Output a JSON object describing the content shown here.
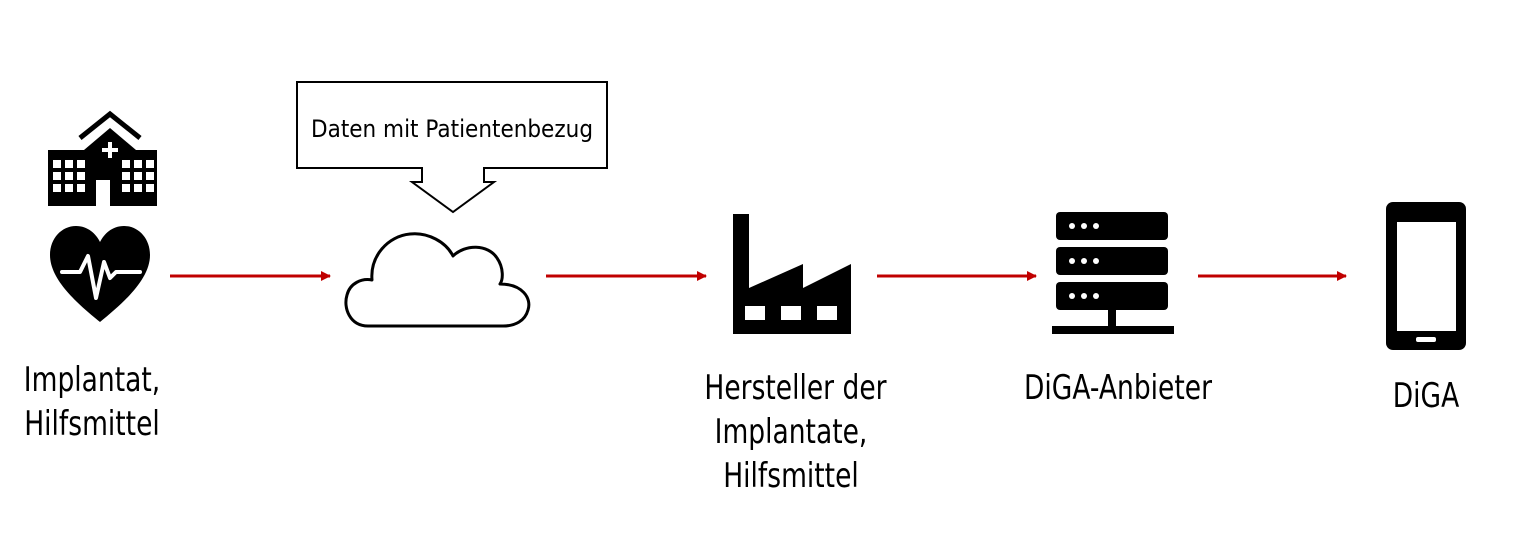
{
  "nodes": {
    "source": {
      "lines": [
        "Implantat,",
        "Hilfsmittel"
      ],
      "icons": [
        "hospital-icon",
        "heart-pulse-icon"
      ]
    },
    "cloud": {
      "icon": "cloud-icon"
    },
    "manufacturer": {
      "lines": [
        "Hersteller der",
        "Implantate,",
        "Hilfsmittel"
      ],
      "icon": "factory-icon"
    },
    "provider": {
      "lines": [
        "DiGA-Anbieter"
      ],
      "icon": "server-icon"
    },
    "app": {
      "lines": [
        "DiGA"
      ],
      "icon": "smartphone-icon"
    }
  },
  "callout": {
    "text": "Daten mit Patientenbezug"
  },
  "arrows": {
    "color": "#c00000",
    "count": 4
  }
}
